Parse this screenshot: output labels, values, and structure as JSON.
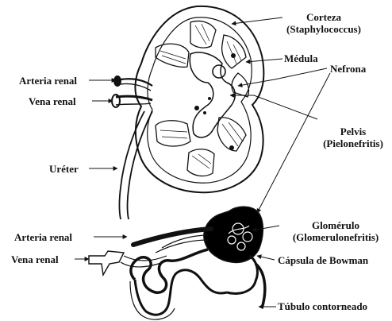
{
  "labels": {
    "corteza": "Corteza",
    "staphylococcus": "(Staphylococcus)",
    "medula": "Médula",
    "nefrona": "Nefrona",
    "arteria_renal_top": "Arteria renal",
    "vena_renal_top": "Vena renal",
    "pelvis": "Pelvis",
    "pielonefritis": "(Pielonefritis)",
    "ureter": "Uréter",
    "glomerulo": "Glomérulo",
    "glomerulonefritis": "(Glomerulonefritis)",
    "arteria_renal_bottom": "Arteria renal",
    "capsula_bowman": "Cápsula de Bowman",
    "vena_renal_bottom": "Vena renal",
    "tubulo_contorneado": "Túbulo contorneado"
  },
  "colors": {
    "ink": "#111111",
    "fill": "#000000",
    "paper": "#ffffff"
  }
}
